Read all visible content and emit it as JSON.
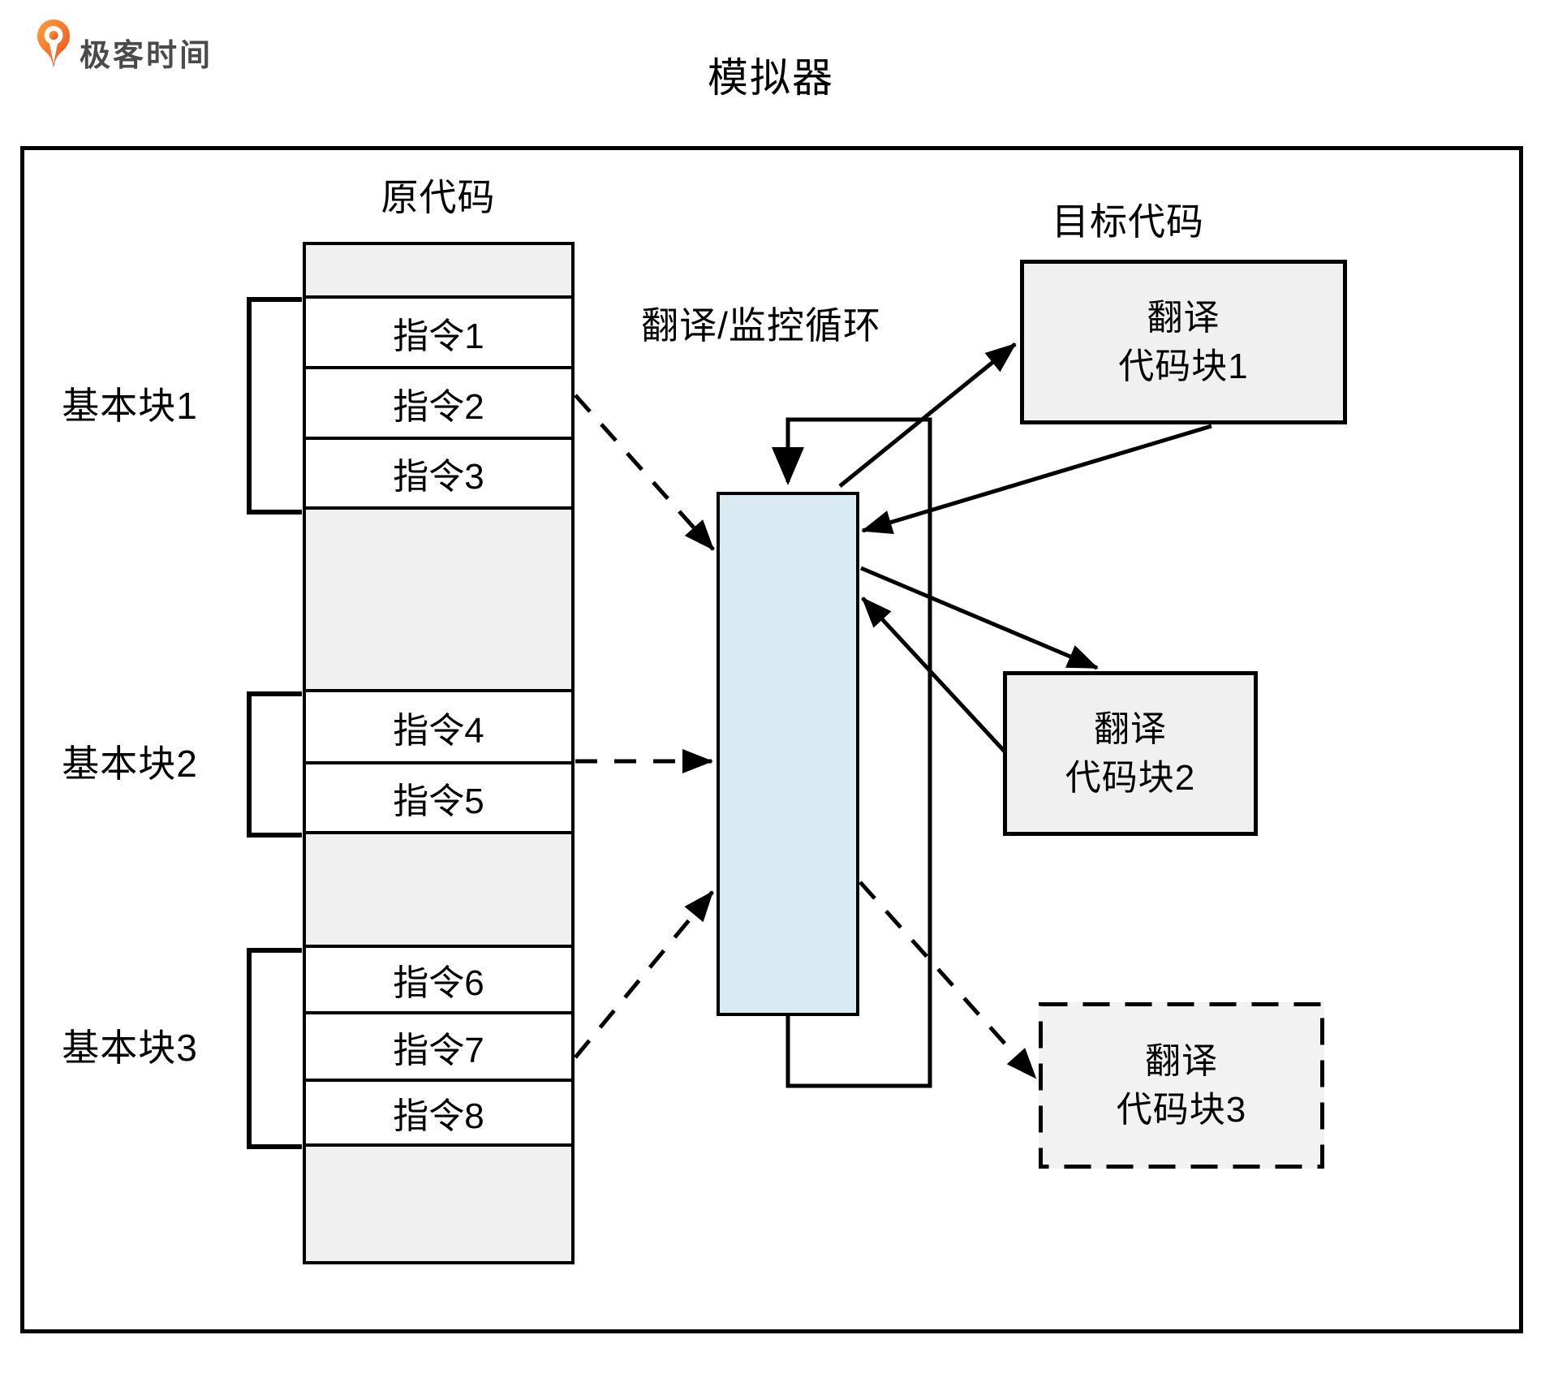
{
  "brand": {
    "name": "极客时间"
  },
  "title": "模拟器",
  "labels": {
    "source_code": "原代码",
    "target_code": "目标代码",
    "loop": "翻译/监控循环"
  },
  "basic_blocks": [
    {
      "label": "基本块1"
    },
    {
      "label": "基本块2"
    },
    {
      "label": "基本块3"
    }
  ],
  "instructions": [
    "指令1",
    "指令2",
    "指令3",
    "指令4",
    "指令5",
    "指令6",
    "指令7",
    "指令8"
  ],
  "translated_blocks": [
    {
      "line1": "翻译",
      "line2": "代码块1"
    },
    {
      "line1": "翻译",
      "line2": "代码块2"
    },
    {
      "line1": "翻译",
      "line2": "代码块3"
    }
  ],
  "colors": {
    "loop_box_fill": "#d8eaf2",
    "block_fill": "#f0f0f0",
    "line": "#000000",
    "brand_orange_light": "#FFA13C",
    "brand_orange_dark": "#EC4B1E",
    "brand_text": "#4A4A4A"
  }
}
